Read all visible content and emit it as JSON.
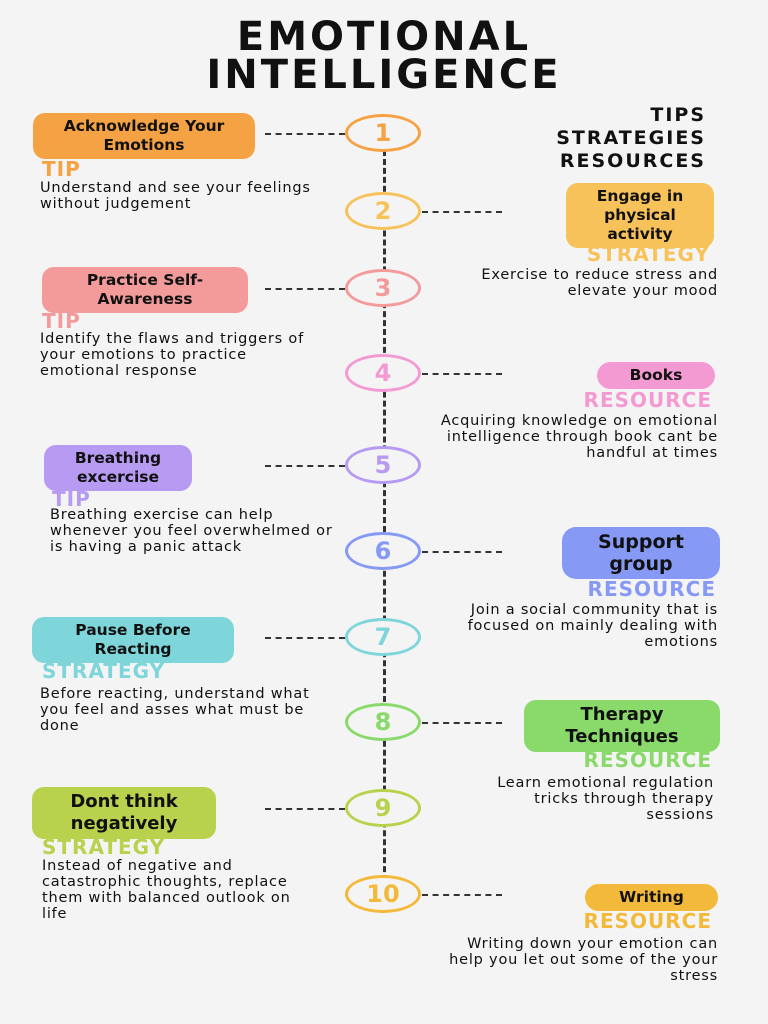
{
  "title_line1": "EMOTIONAL",
  "title_line2": "INTELLIGENCE",
  "subhead": [
    "TIPS",
    "STRATEGIES",
    "RESOURCES"
  ],
  "colors": {
    "orange": "#f5a244",
    "yellow": "#f7c25a",
    "salmon": "#f39b9b",
    "pink": "#f49ad2",
    "purple": "#b79af2",
    "blue": "#8599f5",
    "teal": "#7ed6da",
    "green": "#8ad96b",
    "lime": "#b8d24e",
    "gold": "#f3b93a"
  },
  "steps": [
    {
      "number": "1",
      "title": "Acknowledge Your Emotions",
      "category": "TIP",
      "description": "Understand and see your feelings without judgement"
    },
    {
      "number": "2",
      "title": "Engage in physical activity",
      "category": "STRATEGY",
      "description": "Exercise to reduce stress and elevate your mood"
    },
    {
      "number": "3",
      "title": "Practice Self-Awareness",
      "category": "TIP",
      "description": "Identify the flaws and triggers of your emotions to practice emotional response"
    },
    {
      "number": "4",
      "title": "Books",
      "category": "RESOURCE",
      "description": "Acquiring knowledge on emotional intelligence through book cant be handful at times"
    },
    {
      "number": "5",
      "title": "Breathing excercise",
      "category": "TIP",
      "description": "Breathing exercise can help whenever you feel overwhelmed or is having a panic attack"
    },
    {
      "number": "6",
      "title": "Support group",
      "category": "RESOURCE",
      "description": "Join a social community that is focused on mainly dealing with emotions"
    },
    {
      "number": "7",
      "title": "Pause Before Reacting",
      "category": "STRATEGY",
      "description": "Before reacting, understand what you feel and asses what must be done"
    },
    {
      "number": "8",
      "title": "Therapy Techniques",
      "category": "RESOURCE",
      "description": "Learn emotional regulation tricks through therapy sessions"
    },
    {
      "number": "9",
      "title": "Dont think negatively",
      "category": "STRATEGY",
      "description": "Instead of negative and catastrophic thoughts, replace them with balanced outlook on life"
    },
    {
      "number": "10",
      "title": "Writing",
      "category": "RESOURCE",
      "description": "Writing down your emotion can help you let out some of the your stress"
    }
  ]
}
